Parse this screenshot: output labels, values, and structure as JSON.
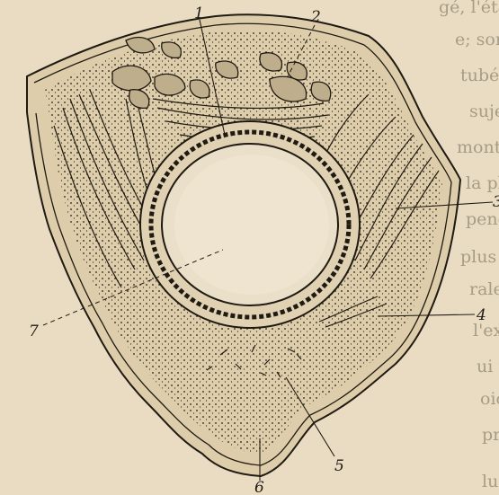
{
  "background_text": [
    "gé, l'état stationnaire dans lequel elle était r",
    "e; son siège précis. On remarque aussi, le c",
    "tubéreuse de la tumeur",
    "sujet. La tumeur",
    "montrant que c'est une dépendance",
    "la plus grande facilité elle n'a",
    "pendant du scrotum de la cuisse une",
    "plus ou moins enkystée de tissu adipeux; le h",
    "ralement de la même façon après son",
    "l'examen que nous fait, tel que le Dr Ru",
    "ui trouve la présence des kystes dermoïdes",
    "oici un résumé de ce que nous a fourni",
    "principale est formée par une enveloppe n",
    "lui donnent leur configuration constitutive"
  ],
  "figure": {
    "labels": {
      "l1": "1",
      "l2": "2",
      "l3": "3",
      "l4": "4",
      "l5": "5",
      "l6": "6",
      "l7": "7"
    }
  },
  "colors": {
    "paper": "#e9dcc2",
    "ink": "#1f1a12"
  }
}
